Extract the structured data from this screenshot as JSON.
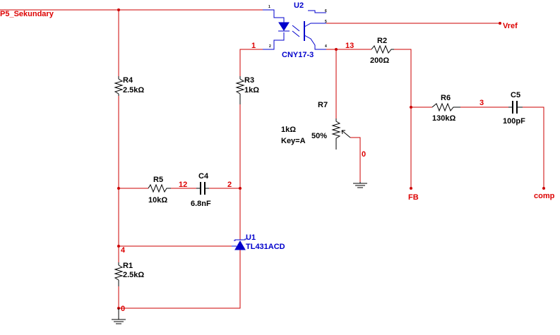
{
  "nets": {
    "p5": "P5_Sekundary",
    "vref": "Vref",
    "fb": "FB",
    "comp": "comp",
    "n1": "1",
    "n2": "2",
    "n3": "3",
    "n4": "4",
    "n0a": "0",
    "n0b": "0",
    "n12": "12",
    "n13": "13"
  },
  "components": {
    "u2": {
      "ref": "U2",
      "part": "CNY17-3",
      "pins": [
        "1",
        "2",
        "4",
        "5",
        "6"
      ]
    },
    "u1": {
      "ref": "U1",
      "part": "TL431ACD"
    },
    "r1": {
      "ref": "R1",
      "value": "2.5kΩ"
    },
    "r2": {
      "ref": "R2",
      "value": "200Ω"
    },
    "r3": {
      "ref": "R3",
      "value": "1kΩ"
    },
    "r4": {
      "ref": "R4",
      "value": "2.5kΩ"
    },
    "r5": {
      "ref": "R5",
      "value": "10kΩ"
    },
    "r6": {
      "ref": "R6",
      "value": "130kΩ"
    },
    "r7": {
      "ref": "R7",
      "value": "1kΩ",
      "key": "Key=A",
      "setting": "50%"
    },
    "c4": {
      "ref": "C4",
      "value": "6.8nF"
    },
    "c5": {
      "ref": "C5",
      "value": "100pF"
    }
  },
  "colors": {
    "wire": "#cc0000",
    "component": "#0000cc",
    "passive": "#000000"
  }
}
